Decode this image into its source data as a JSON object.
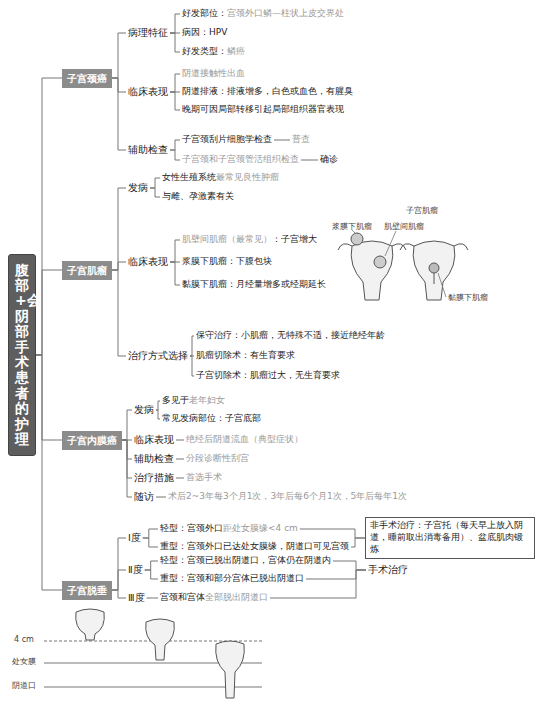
{
  "diagram": {
    "nodes": [
      {
        "text": [
          "腹部+会阴部手术患者的护理"
        ]
      },
      {
        "text": [
          "子宫颈癌"
        ]
      },
      {
        "text": [
          "病理特征"
        ]
      },
      {
        "text": [
          "好发部位：",
          "宫颈外口鳞—柱状上皮交界处"
        ]
      },
      {
        "text": [
          "病因：HPV"
        ]
      },
      {
        "text": [
          "好发类型：",
          "鳞癌"
        ]
      },
      {
        "text": [
          "临床表现"
        ]
      },
      {
        "text": [
          "阴道接触性出血"
        ]
      },
      {
        "text": [
          "阴道排液：排液增多，白色或血色，有腥臭"
        ]
      },
      {
        "text": [
          "晚期可因局部转移引起局部组织器官表现"
        ]
      },
      {
        "text": [
          "辅助检查"
        ]
      },
      {
        "text": [
          "子宫颈刮片细胞学检查"
        ]
      },
      {
        "text": [
          "普查"
        ]
      },
      {
        "text": [
          "子宫颈和子宫颈管活组织检查"
        ]
      },
      {
        "text": [
          "确诊"
        ]
      },
      {
        "text": [
          "子宫肌瘤"
        ]
      },
      {
        "text": [
          "发病"
        ]
      },
      {
        "text": [
          "女性生殖系统",
          "最常见良性肿瘤"
        ]
      },
      {
        "text": [
          "与雌、孕激素有关"
        ]
      },
      {
        "text": [
          "临床表现"
        ]
      },
      {
        "text": [
          "肌壁间肌瘤（最常见）",
          "：子宫增大"
        ]
      },
      {
        "text": [
          "浆膜下肌瘤：下腹包块"
        ]
      },
      {
        "text": [
          "黏膜下肌瘤：月经量增多或经期延长"
        ]
      },
      {
        "text": [
          "治疗方式选择"
        ]
      },
      {
        "text": [
          "保守治疗：小肌瘤，无特殊不适，接近绝经年龄"
        ]
      },
      {
        "text": [
          "肌瘤切除术：有生育要求"
        ]
      },
      {
        "text": [
          "子宫切除术：肌瘤过大，无生育要求"
        ]
      },
      {
        "text": [
          "子宫内膜癌"
        ]
      },
      {
        "text": [
          "发病"
        ]
      },
      {
        "text": [
          "多见于",
          "老年妇女"
        ]
      },
      {
        "text": [
          "常见发病部位：子宫底部"
        ]
      },
      {
        "text": [
          "临床表现"
        ]
      },
      {
        "text": [
          "绝经后阴道流血（典型症状）"
        ]
      },
      {
        "text": [
          "辅助检查"
        ]
      },
      {
        "text": [
          "分段诊断性刮宫"
        ]
      },
      {
        "text": [
          "治疗措施"
        ]
      },
      {
        "text": [
          "首选手术"
        ]
      },
      {
        "text": [
          "随访"
        ]
      },
      {
        "text": [
          "术后2~3年每3个月1次，3年后每6个月1次，5年后每年1次"
        ]
      },
      {
        "text": [
          "子宫脱垂"
        ]
      },
      {
        "text": [
          "Ⅰ度"
        ]
      },
      {
        "text": [
          "轻型：宫颈外口",
          "距处女膜缘<4 cm"
        ]
      },
      {
        "text": [
          "重型：宫颈外口已达处女膜缘，阴道口可见宫颈"
        ]
      },
      {
        "text": [
          "Ⅱ度"
        ]
      },
      {
        "text": [
          "轻型：宫颈已脱出阴道口，宫体仍在阴道内"
        ]
      },
      {
        "text": [
          "重型：宫颈和部分宫体已脱出阴道口"
        ]
      },
      {
        "text": [
          "Ⅲ度"
        ]
      },
      {
        "text": [
          "宫颈和宫体",
          "全部脱出阴道口"
        ]
      },
      {
        "text": [
          "非手术治疗：子宫托（每天早上放入阴道，睡前取出消毒备用）、盆底肌肉锻炼"
        ]
      },
      {
        "text": [
          "手术治疗"
        ]
      }
    ],
    "edges": [
      {
        "from": 0,
        "to": 1,
        "arrow": "none"
      },
      {
        "from": 0,
        "to": 15,
        "arrow": "none"
      },
      {
        "from": 0,
        "to": 27,
        "arrow": "none"
      },
      {
        "from": 0,
        "to": 39,
        "arrow": "none"
      },
      {
        "from": 1,
        "to": 2,
        "arrow": "none"
      },
      {
        "from": 1,
        "to": 6,
        "arrow": "none"
      },
      {
        "from": 1,
        "to": 10,
        "arrow": "none"
      },
      {
        "from": 2,
        "to": 3,
        "arrow": "none"
      },
      {
        "from": 2,
        "to": 4,
        "arrow": "none"
      },
      {
        "from": 2,
        "to": 5,
        "arrow": "none"
      },
      {
        "from": 6,
        "to": 7,
        "arrow": "none"
      },
      {
        "from": 6,
        "to": 8,
        "arrow": "none"
      },
      {
        "from": 6,
        "to": 9,
        "arrow": "none"
      },
      {
        "from": 10,
        "to": 11,
        "arrow": "none"
      },
      {
        "from": 10,
        "to": 13,
        "arrow": "none"
      },
      {
        "from": 11,
        "to": 12,
        "arrow": "none"
      },
      {
        "from": 13,
        "to": 14,
        "arrow": "none"
      },
      {
        "from": 15,
        "to": 16,
        "arrow": "none"
      },
      {
        "from": 15,
        "to": 19,
        "arrow": "none"
      },
      {
        "from": 15,
        "to": 23,
        "arrow": "none"
      },
      {
        "from": 16,
        "to": 17,
        "arrow": "none"
      },
      {
        "from": 16,
        "to": 18,
        "arrow": "none"
      },
      {
        "from": 19,
        "to": 20,
        "arrow": "none"
      },
      {
        "from": 19,
        "to": 21,
        "arrow": "none"
      },
      {
        "from": 19,
        "to": 22,
        "arrow": "none"
      },
      {
        "from": 23,
        "to": 24,
        "arrow": "none"
      },
      {
        "from": 23,
        "to": 25,
        "arrow": "none"
      },
      {
        "from": 23,
        "to": 26,
        "arrow": "none"
      },
      {
        "from": 27,
        "to": 28,
        "arrow": "none"
      },
      {
        "from": 27,
        "to": 31,
        "arrow": "none"
      },
      {
        "from": 27,
        "to": 33,
        "arrow": "none"
      },
      {
        "from": 27,
        "to": 35,
        "arrow": "none"
      },
      {
        "from": 27,
        "to": 37,
        "arrow": "none"
      },
      {
        "from": 28,
        "to": 29,
        "arrow": "none"
      },
      {
        "from": 28,
        "to": 30,
        "arrow": "none"
      },
      {
        "from": 31,
        "to": 32,
        "arrow": "none"
      },
      {
        "from": 33,
        "to": 34,
        "arrow": "none"
      },
      {
        "from": 35,
        "to": 36,
        "arrow": "none"
      },
      {
        "from": 37,
        "to": 38,
        "arrow": "none"
      },
      {
        "from": 39,
        "to": 40,
        "arrow": "none"
      },
      {
        "from": 39,
        "to": 43,
        "arrow": "none"
      },
      {
        "from": 39,
        "to": 46,
        "arrow": "none"
      },
      {
        "from": 40,
        "to": 41,
        "arrow": "none"
      },
      {
        "from": 40,
        "to": 42,
        "arrow": "none"
      },
      {
        "from": 43,
        "to": 44,
        "arrow": "none"
      },
      {
        "from": 43,
        "to": 45,
        "arrow": "none"
      },
      {
        "from": 46,
        "to": 47,
        "arrow": "none"
      },
      {
        "from": 41,
        "to": 48,
        "arrow": "none"
      },
      {
        "from": 42,
        "to": 48,
        "arrow": "none"
      },
      {
        "from": 44,
        "to": 49,
        "arrow": "none"
      },
      {
        "from": 45,
        "to": 49,
        "arrow": "none"
      },
      {
        "from": 47,
        "to": 49,
        "arrow": "none"
      }
    ],
    "labels": [
      "子宫肌瘤",
      "浆膜下肌瘤",
      "肌壁间肌瘤",
      "黏膜下肌瘤",
      "4 cm",
      "处女膜",
      "阴道口"
    ]
  }
}
